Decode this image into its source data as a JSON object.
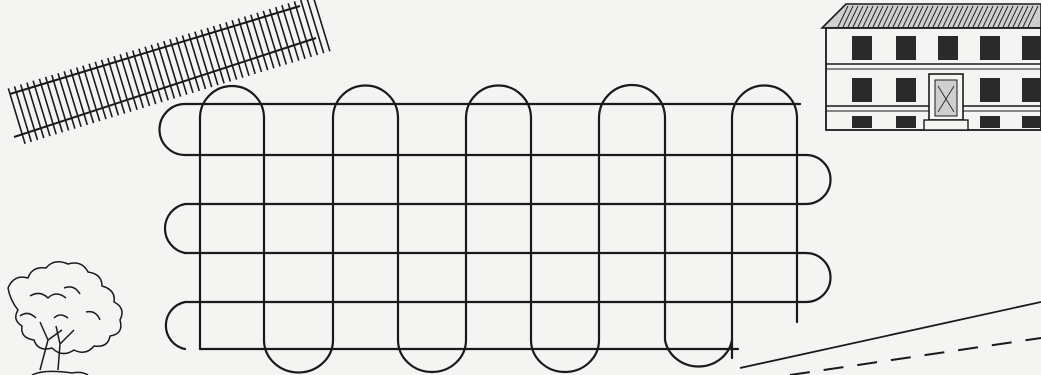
{
  "scene": {
    "background": "#f4f4f2",
    "ink": "#1a1a1a",
    "elements": [
      "railway-track",
      "maze-path",
      "school-building",
      "tree",
      "road"
    ]
  }
}
